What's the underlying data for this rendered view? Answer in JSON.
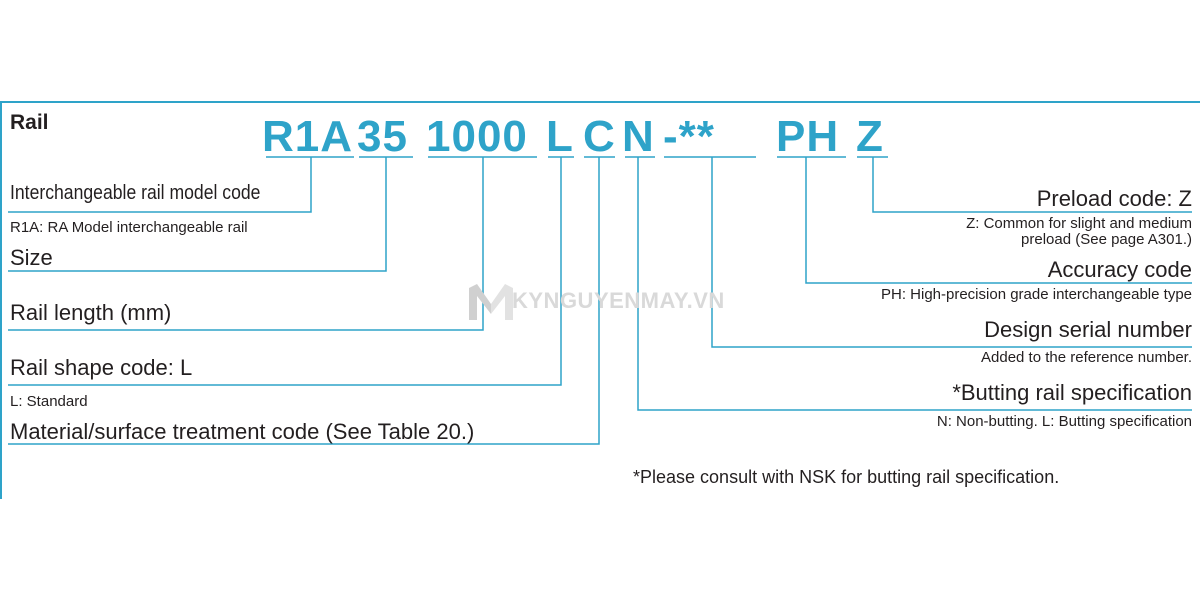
{
  "title": "Rail",
  "code_parts": {
    "model": "R1A",
    "size": "35",
    "length": "1000",
    "shape": "L",
    "material": "C",
    "butting": "N",
    "serial": "-**",
    "accuracy": "PH",
    "preload": "Z"
  },
  "left_items": {
    "model_title": "Interchangeable rail model code",
    "model_desc": "R1A: RA Model interchangeable rail",
    "size_title": "Size",
    "length_title": "Rail length (mm)",
    "shape_title": "Rail shape code: L",
    "shape_desc": "L: Standard",
    "material_title": "Material/surface treatment code (See Table 20.)"
  },
  "right_items": {
    "preload_title": "Preload code: Z",
    "preload_desc_1": "Z: Common for slight and medium",
    "preload_desc_2": "preload (See page A301.)",
    "accuracy_title": "Accuracy code",
    "accuracy_desc": "PH: High-precision grade interchangeable type",
    "serial_title": "Design serial number",
    "serial_desc": "Added to the reference number.",
    "butting_title": "*Butting rail specification",
    "butting_desc": "N: Non-butting. L: Butting specification"
  },
  "footnote": "*Please consult with NSK for butting rail specification.",
  "watermark": "KYNGUYENMAY.VN",
  "colors": {
    "accent": "#2ea3c9",
    "text": "#231f20",
    "watermark": "#d9d9d9"
  },
  "icons": {
    "watermark_logo": "m-logo-icon"
  }
}
